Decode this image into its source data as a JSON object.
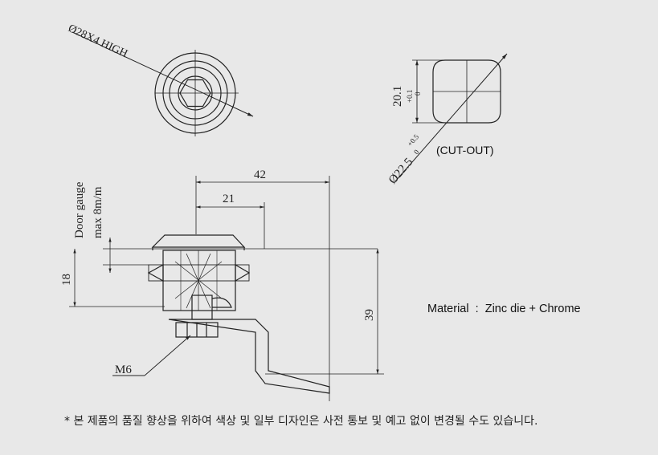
{
  "labels": {
    "top_view_dim": "Ø28X4 HIGH",
    "cutout_height": "20.1",
    "cutout_height_tol_upper": "+0.1",
    "cutout_height_tol_lower": "0",
    "cutout_diameter": "Ø22.5",
    "cutout_diameter_tol_upper": "+0.5",
    "cutout_diameter_tol_lower": "0",
    "cutout_caption": "(CUT-OUT)",
    "door_gauge_line1": "Door gauge",
    "door_gauge_line2": "max 8m/m",
    "dim_42": "42",
    "dim_21": "21",
    "dim_18": "18",
    "dim_39": "39",
    "thread": "M6",
    "material": "Material  :  Zinc die + Chrome"
  },
  "footer_note": "* 본 제품의 품질 향상을 위하여 색상 및 일부 디자인은 사전 통보 및 예고 없이 변경될 수도 있습니다.",
  "colors": {
    "background": "#e8e8e8",
    "line": "#222222"
  }
}
